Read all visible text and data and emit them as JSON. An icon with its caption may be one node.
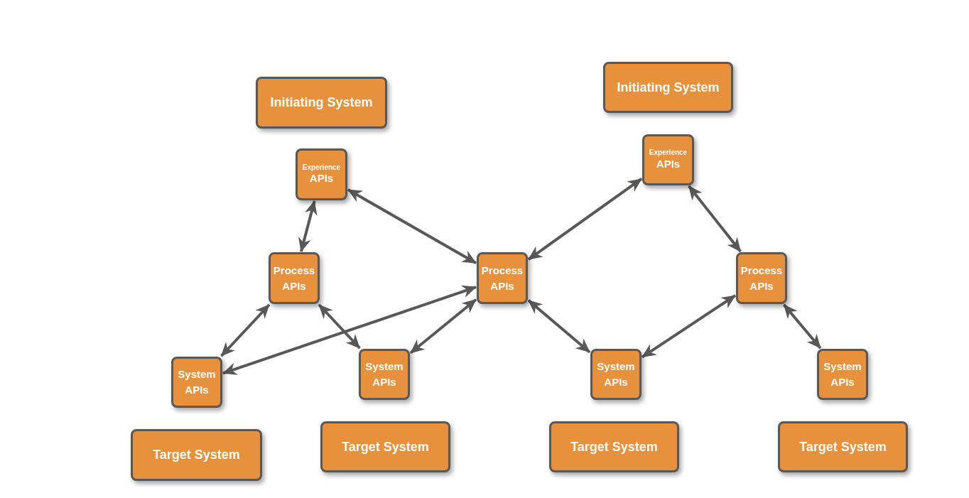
{
  "diagram": {
    "nodes": [
      {
        "text": [
          "Initiating System"
        ]
      },
      {
        "text": [
          "Initiating System"
        ]
      },
      {
        "text": [
          "Experience",
          "APIs"
        ]
      },
      {
        "text": [
          "Experience",
          "APIs"
        ]
      },
      {
        "text": [
          "Process APIs"
        ]
      },
      {
        "text": [
          "Process APIs"
        ]
      },
      {
        "text": [
          "Process APIs"
        ]
      },
      {
        "text": [
          "System APIs"
        ]
      },
      {
        "text": [
          "System APIs"
        ]
      },
      {
        "text": [
          "System APIs"
        ]
      },
      {
        "text": [
          "System APIs"
        ]
      },
      {
        "text": [
          "Target System"
        ]
      },
      {
        "text": [
          "Target System"
        ]
      },
      {
        "text": [
          "Target System"
        ]
      },
      {
        "text": [
          "Target System"
        ]
      }
    ],
    "edges": [
      {
        "from": 2,
        "to": 4,
        "arrow": "both"
      },
      {
        "from": 2,
        "to": 5,
        "arrow": "both"
      },
      {
        "from": 3,
        "to": 5,
        "arrow": "both"
      },
      {
        "from": 3,
        "to": 6,
        "arrow": "both"
      },
      {
        "from": 4,
        "to": 7,
        "arrow": "both"
      },
      {
        "from": 4,
        "to": 8,
        "arrow": "both"
      },
      {
        "from": 5,
        "to": 7,
        "arrow": "both"
      },
      {
        "from": 5,
        "to": 8,
        "arrow": "both"
      },
      {
        "from": 5,
        "to": 9,
        "arrow": "both"
      },
      {
        "from": 6,
        "to": 9,
        "arrow": "both"
      },
      {
        "from": 6,
        "to": 10,
        "arrow": "both"
      }
    ]
  }
}
